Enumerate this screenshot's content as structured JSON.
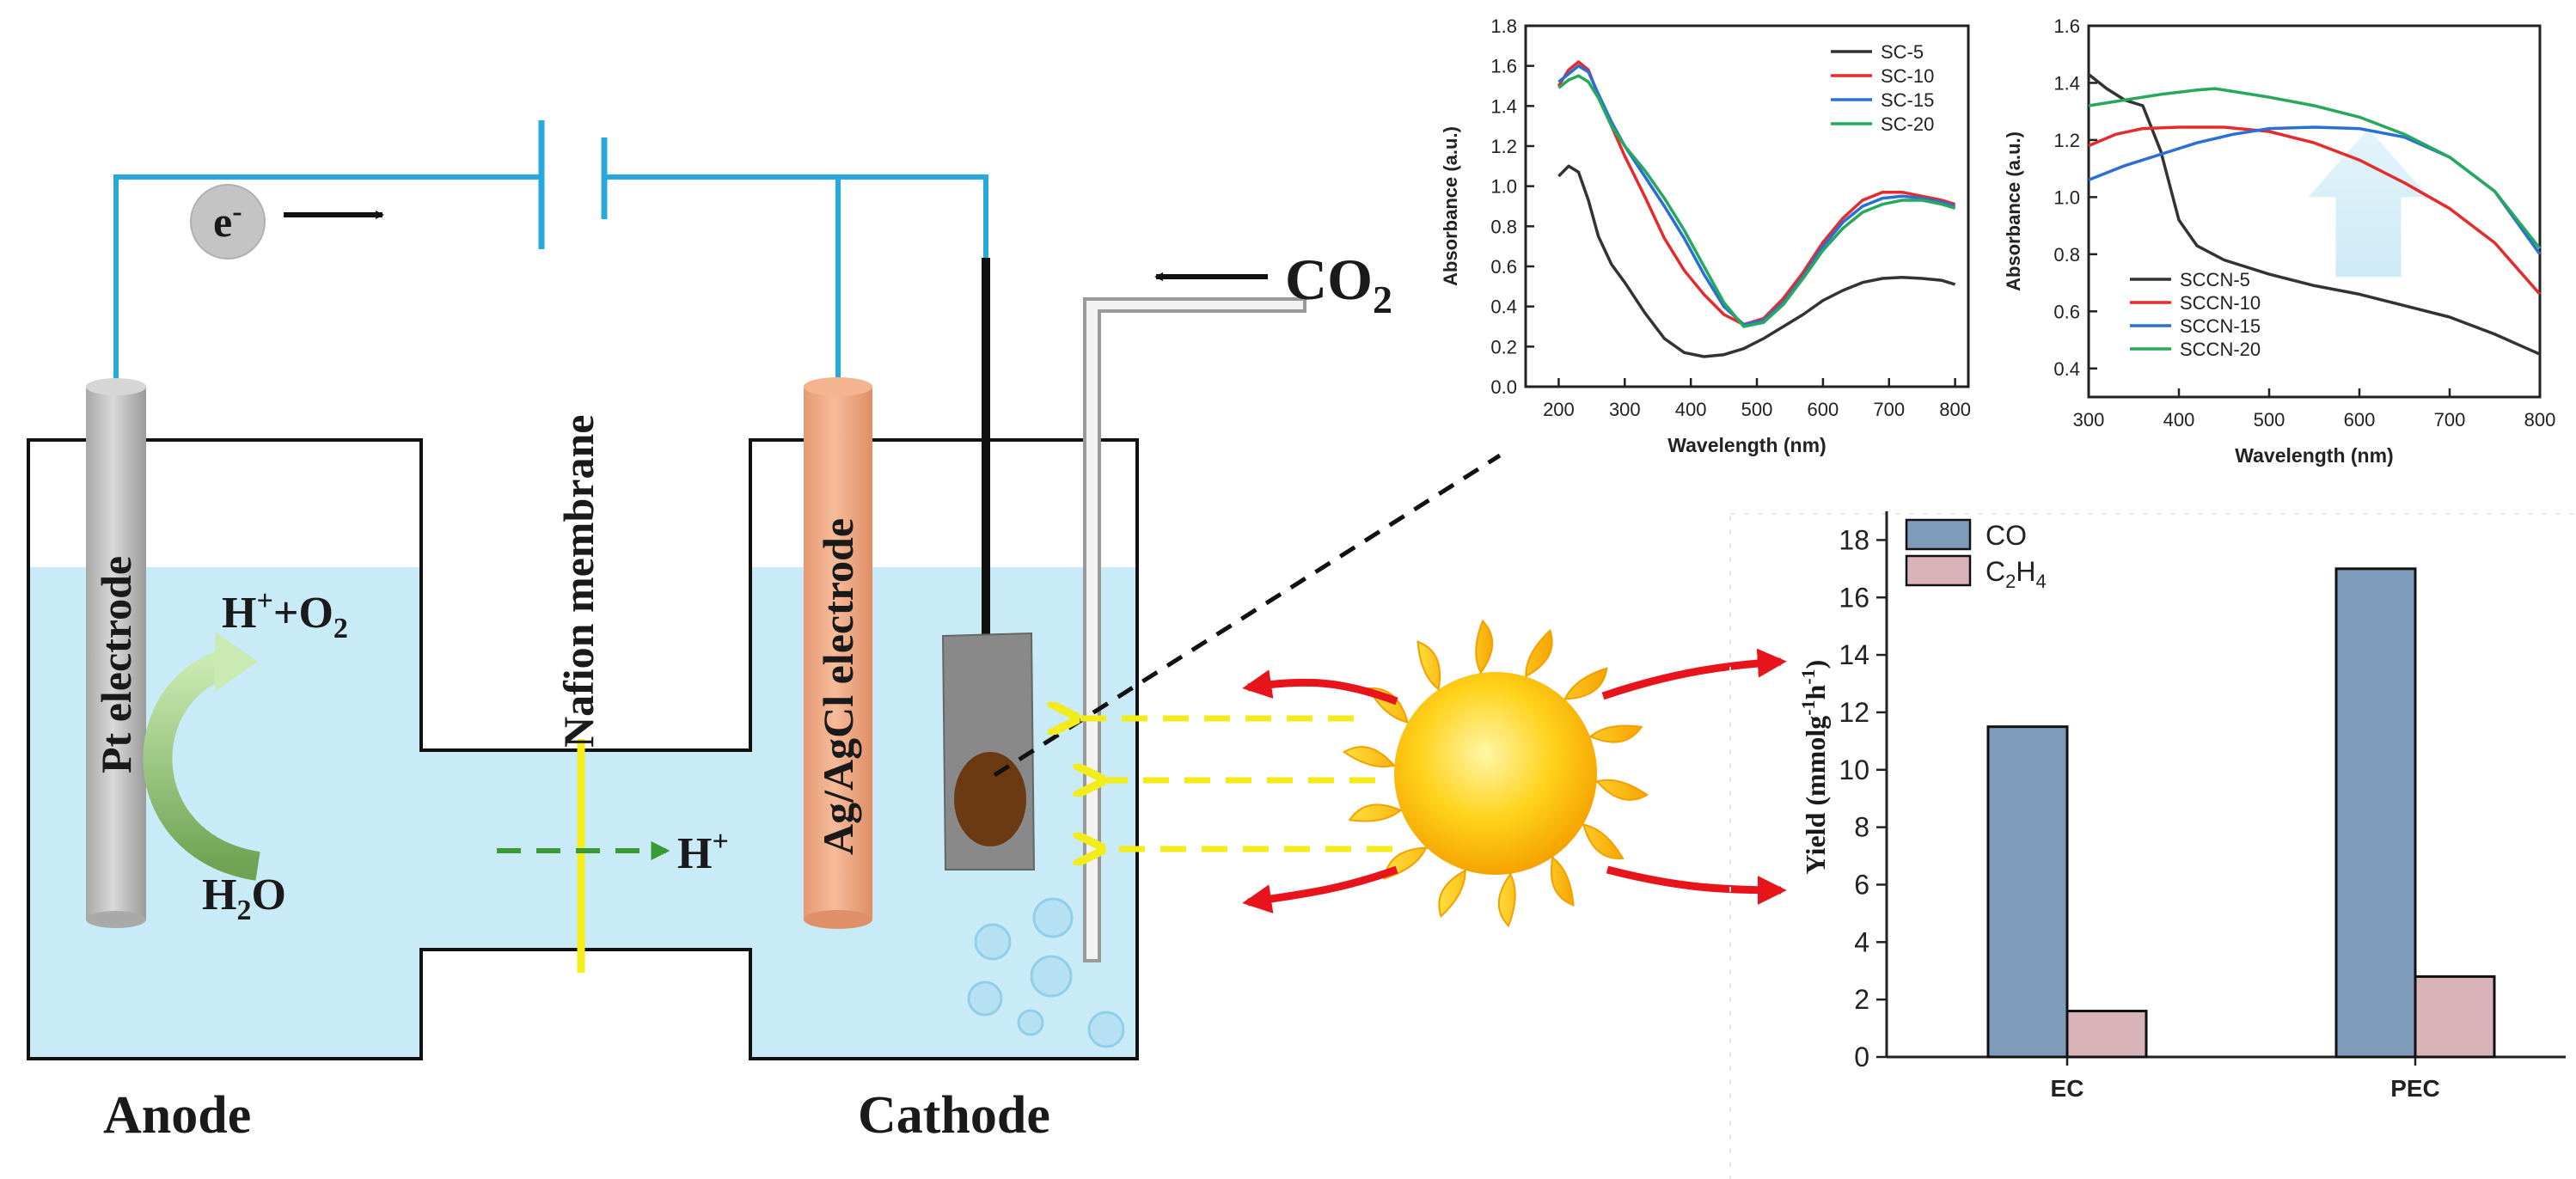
{
  "cell": {
    "electron_label": "e",
    "electron_charge": "-",
    "co2_label_main": "CO",
    "co2_label_sub": "2",
    "pt_electrode_label": "Pt electrode",
    "agcl_electrode_label": "Ag/AgCl electrode",
    "membrane_label": "Nafion membrane",
    "hplus_o2_parts": [
      "H",
      "+",
      "+O",
      "2"
    ],
    "h2o_parts": [
      "H",
      "2",
      "O"
    ],
    "hplus_parts": [
      "H",
      "+"
    ],
    "anode_label": "Anode",
    "cathode_label": "Cathode",
    "colors": {
      "wire": "#29a8dc",
      "electrolyte": "#c9ebf8",
      "membrane": "#f5ee1c",
      "arrow_red": "#e8141b",
      "light_ray": "#f2ec1a"
    }
  },
  "chart_data": [
    {
      "type": "line",
      "xlabel": "Wavelength (nm)",
      "ylabel": "Absorbance (a.u.)",
      "xlim": [
        150,
        820
      ],
      "ylim": [
        0,
        1.8
      ],
      "xticks": [
        200,
        300,
        400,
        500,
        600,
        700,
        800
      ],
      "yticks": [
        0.0,
        0.2,
        0.4,
        0.6,
        0.8,
        1.0,
        1.2,
        1.4,
        1.6,
        1.8
      ],
      "legend_position": "top-right",
      "series": [
        {
          "name": "SC-5",
          "color": "#333333",
          "x": [
            200,
            215,
            230,
            245,
            260,
            280,
            300,
            330,
            360,
            390,
            420,
            450,
            480,
            510,
            540,
            570,
            600,
            630,
            660,
            690,
            720,
            750,
            780,
            800
          ],
          "y": [
            1.05,
            1.1,
            1.07,
            0.93,
            0.75,
            0.61,
            0.52,
            0.37,
            0.24,
            0.17,
            0.15,
            0.16,
            0.19,
            0.24,
            0.3,
            0.36,
            0.43,
            0.48,
            0.52,
            0.54,
            0.545,
            0.54,
            0.53,
            0.51
          ]
        },
        {
          "name": "SC-10",
          "color": "#e52b2b",
          "x": [
            200,
            215,
            230,
            245,
            260,
            280,
            300,
            330,
            360,
            390,
            420,
            450,
            480,
            510,
            540,
            570,
            600,
            630,
            660,
            690,
            720,
            750,
            780,
            800
          ],
          "y": [
            1.5,
            1.58,
            1.62,
            1.58,
            1.45,
            1.3,
            1.15,
            0.95,
            0.74,
            0.58,
            0.46,
            0.36,
            0.31,
            0.34,
            0.44,
            0.57,
            0.72,
            0.84,
            0.93,
            0.97,
            0.97,
            0.95,
            0.93,
            0.91
          ]
        },
        {
          "name": "SC-15",
          "color": "#2a6fd6",
          "x": [
            200,
            215,
            230,
            245,
            260,
            280,
            300,
            330,
            360,
            390,
            420,
            450,
            480,
            510,
            540,
            570,
            600,
            630,
            660,
            690,
            720,
            750,
            780,
            800
          ],
          "y": [
            1.52,
            1.56,
            1.6,
            1.57,
            1.46,
            1.32,
            1.2,
            1.05,
            0.9,
            0.74,
            0.56,
            0.4,
            0.31,
            0.33,
            0.42,
            0.55,
            0.7,
            0.82,
            0.9,
            0.94,
            0.95,
            0.94,
            0.92,
            0.9
          ]
        },
        {
          "name": "SC-20",
          "color": "#27a85d",
          "x": [
            200,
            215,
            230,
            245,
            260,
            280,
            300,
            330,
            360,
            390,
            420,
            450,
            480,
            510,
            540,
            570,
            600,
            630,
            660,
            690,
            720,
            750,
            780,
            800
          ],
          "y": [
            1.49,
            1.53,
            1.55,
            1.52,
            1.44,
            1.3,
            1.2,
            1.08,
            0.94,
            0.78,
            0.6,
            0.42,
            0.3,
            0.32,
            0.41,
            0.54,
            0.68,
            0.79,
            0.87,
            0.91,
            0.93,
            0.93,
            0.91,
            0.89
          ]
        }
      ]
    },
    {
      "type": "line",
      "xlabel": "Wavelength (nm)",
      "ylabel": "Absorbance (a.u.)",
      "xlim": [
        300,
        800
      ],
      "ylim": [
        0.3,
        1.6
      ],
      "xticks": [
        300,
        400,
        500,
        600,
        700,
        800
      ],
      "yticks": [
        0.4,
        0.6,
        0.8,
        1.0,
        1.2,
        1.4,
        1.6
      ],
      "legend_position": "bottom-left",
      "series": [
        {
          "name": "SCCN-5",
          "color": "#333333",
          "x": [
            300,
            320,
            340,
            360,
            380,
            400,
            420,
            450,
            500,
            550,
            600,
            650,
            700,
            750,
            800
          ],
          "y": [
            1.43,
            1.38,
            1.34,
            1.32,
            1.16,
            0.92,
            0.83,
            0.78,
            0.73,
            0.69,
            0.66,
            0.62,
            0.58,
            0.52,
            0.45
          ]
        },
        {
          "name": "SCCN-10",
          "color": "#e52b2b",
          "x": [
            300,
            330,
            360,
            400,
            450,
            500,
            550,
            600,
            650,
            700,
            750,
            800
          ],
          "y": [
            1.18,
            1.22,
            1.24,
            1.245,
            1.245,
            1.23,
            1.19,
            1.13,
            1.05,
            0.96,
            0.84,
            0.66
          ]
        },
        {
          "name": "SCCN-15",
          "color": "#2a6fd6",
          "x": [
            300,
            340,
            380,
            420,
            460,
            500,
            550,
            600,
            650,
            700,
            750,
            800
          ],
          "y": [
            1.06,
            1.11,
            1.15,
            1.19,
            1.22,
            1.24,
            1.245,
            1.24,
            1.21,
            1.14,
            1.02,
            0.8
          ]
        },
        {
          "name": "SCCN-20",
          "color": "#27a85d",
          "x": [
            300,
            340,
            380,
            420,
            440,
            460,
            500,
            550,
            600,
            650,
            700,
            750,
            800
          ],
          "y": [
            1.32,
            1.34,
            1.36,
            1.375,
            1.38,
            1.37,
            1.35,
            1.32,
            1.28,
            1.22,
            1.14,
            1.02,
            0.82
          ]
        }
      ],
      "annotation": "upward arrow"
    },
    {
      "type": "bar",
      "categories": [
        "EC",
        "PEC"
      ],
      "ylabel_parts": [
        "Yield (mmolg",
        "-1",
        "h",
        "-1",
        ")"
      ],
      "ylim": [
        0,
        19
      ],
      "yticks": [
        0,
        2,
        4,
        6,
        8,
        10,
        12,
        14,
        16,
        18
      ],
      "legend_position": "top-left",
      "series": [
        {
          "name": "CO",
          "name_parts": [
            "CO"
          ],
          "color": "#7e9cba",
          "values": [
            11.5,
            17.0
          ]
        },
        {
          "name": "C2H4",
          "name_parts": [
            "C",
            "2",
            "H",
            "4"
          ],
          "color": "#d8b4b9",
          "values": [
            1.6,
            2.8
          ]
        }
      ]
    }
  ]
}
